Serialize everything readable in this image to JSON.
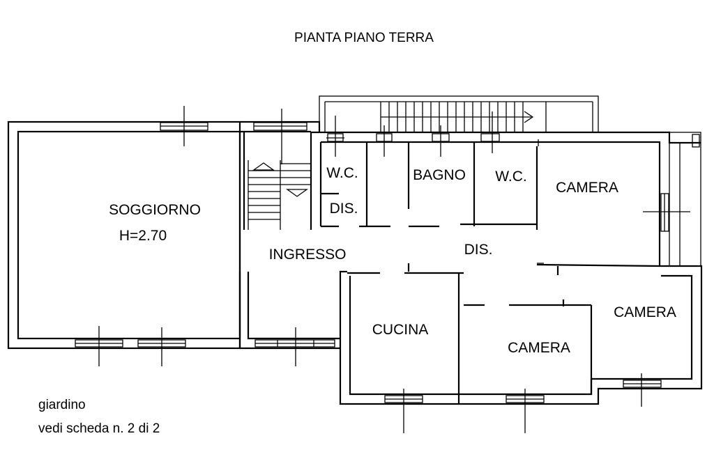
{
  "title": "PIANTA PIANO TERRA",
  "rooms": {
    "soggiorno": "SOGGIORNO",
    "height": "H=2.70",
    "ingresso": "INGRESSO",
    "wc1": "W.C.",
    "dis1": "DIS.",
    "bagno": "BAGNO",
    "wc2": "W.C.",
    "camera1": "CAMERA",
    "dis2": "DIS.",
    "cucina": "CUCINA",
    "camera2": "CAMERA",
    "camera3": "CAMERA"
  },
  "notes": {
    "line1": "giardino",
    "line2": "vedi scheda n. 2 di 2"
  },
  "colors": {
    "ink": "#000000",
    "paper": "#ffffff"
  }
}
